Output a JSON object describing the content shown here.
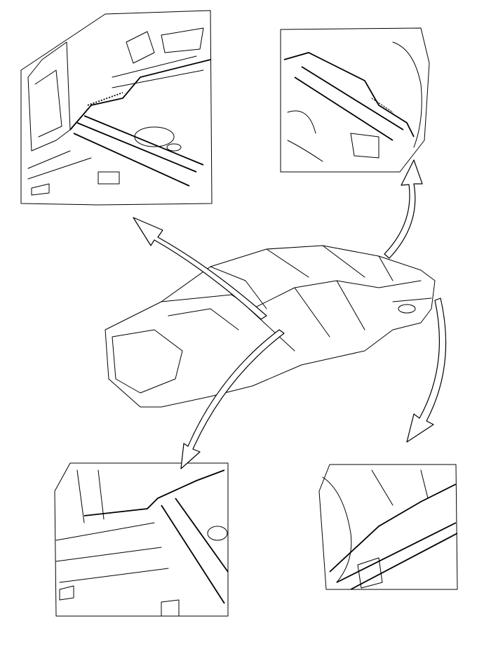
{
  "diagram": {
    "line_color": "#000000",
    "background": "#ffffff",
    "views": [
      {
        "id": "detail-top-left"
      },
      {
        "id": "detail-top-right"
      },
      {
        "id": "detail-bottom-left"
      },
      {
        "id": "detail-bottom-right"
      }
    ]
  }
}
